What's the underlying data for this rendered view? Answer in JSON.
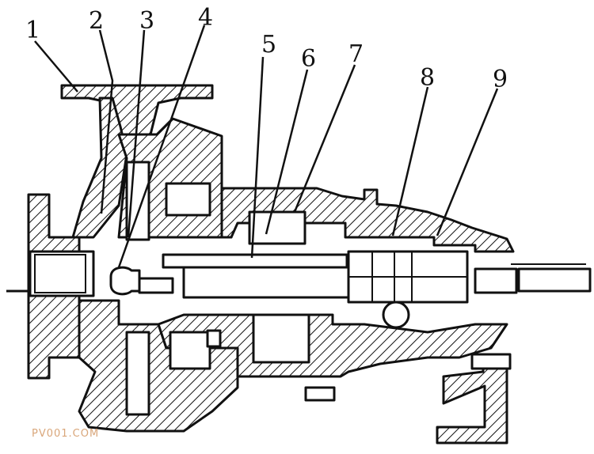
{
  "diagram": {
    "callouts": [
      {
        "label": "1"
      },
      {
        "label": "2"
      },
      {
        "label": "3"
      },
      {
        "label": "4"
      },
      {
        "label": "5"
      },
      {
        "label": "6"
      },
      {
        "label": "7"
      },
      {
        "label": "8"
      },
      {
        "label": "9"
      }
    ],
    "watermark": "PV001.COM",
    "colors": {
      "line": "#111111",
      "background": "#ffffff",
      "watermark": "#d9a67a"
    }
  }
}
